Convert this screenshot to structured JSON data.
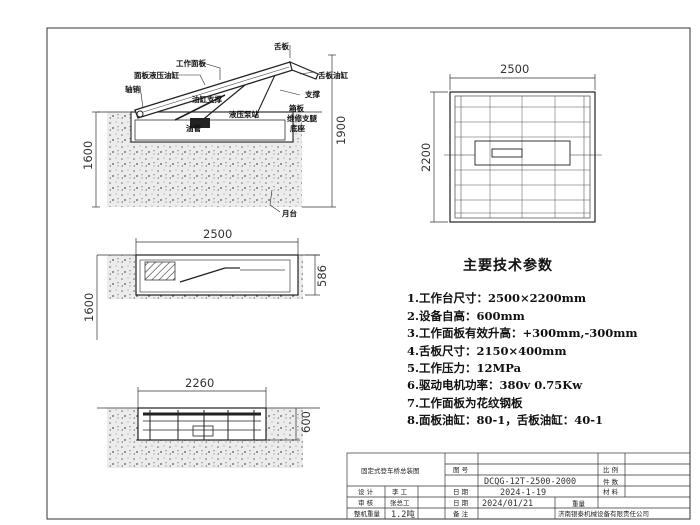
{
  "drawing": {
    "side_view_labels": {
      "tongue": "舌板",
      "work_panel": "工作面板",
      "panel_cyl": "面板液压油缸",
      "tongue_cyl": "舌板油缸",
      "axle_pin": "轴销",
      "support": "支撑",
      "cyl_support": "油缸支撑",
      "box": "箱板",
      "service_support": "维修支腿",
      "base": "底座",
      "hyd_station": "液压泵站",
      "pipe": "油管",
      "platform": "月台"
    },
    "side_dims": {
      "depth": "1600",
      "height": "1900"
    },
    "plan_dims": {
      "length": "2500",
      "width": "2200"
    },
    "mid_dims": {
      "length": "2500",
      "depth": "1600",
      "height": "586"
    },
    "pit_dims": {
      "length": "2260",
      "depth": "600"
    }
  },
  "specs": {
    "title": "主要技术参数",
    "items": [
      "1.工作台尺寸：2500×2200mm",
      "2.设备自高：600mm",
      "3.工作面板有效升高：+300mm,-300mm",
      "4.舌板尺寸：2150×400mm",
      "5.工作压力：12MPa",
      "6.驱动电机功率：380v 0.75Kw",
      "7.工作面板为花纹钢板",
      "8.面板油缸：80-1，舌板油缸：40-1"
    ]
  },
  "title_block": {
    "drawing_name": "固定式登车桥总装图",
    "tuhao_label": "图 号",
    "drawing_no": "DCQG-12T-2500-2000",
    "bili_label": "比 例",
    "jianshu_label": "件 数",
    "design_label": "设 计",
    "designer": "李 工",
    "date_label": "日 期",
    "design_date": "2024-1-19",
    "cailiao_label": "材 料",
    "check_label": "审 核",
    "checker": "张总工",
    "check_date": "2024/01/21",
    "zhongliang_label": "重量",
    "weight_label": "整机重量",
    "weight": "1.2吨",
    "note_label": "备 注",
    "company": "济南银泰机械设备有限责任公司"
  }
}
